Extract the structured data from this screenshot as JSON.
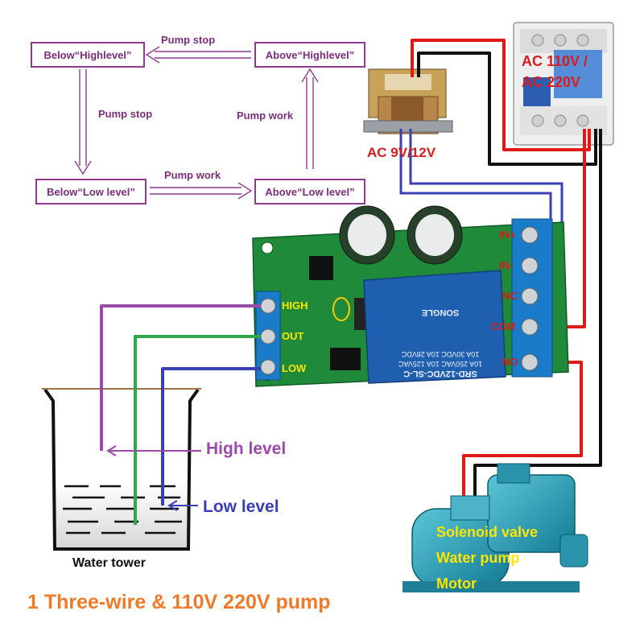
{
  "flowchart": {
    "box_below_high": "Below“Highlevel”",
    "box_above_high": "Above“Highlevel”",
    "box_below_low": "Below“Low level”",
    "box_above_low": "Above“Low level”",
    "label_top": "Pump stop",
    "label_left": "Pump stop",
    "label_right": "Pump work",
    "label_bottom": "Pump work"
  },
  "breaker": {
    "label_line1": "AC 110V /",
    "label_line2": "AC 220V"
  },
  "transformer": {
    "label": "AC 9V/12V"
  },
  "board": {
    "terminals_left": [
      "HIGH",
      "OUT",
      "LOW"
    ],
    "terminals_right": [
      "IN+",
      "IN-",
      "NC",
      "COM",
      "NO"
    ],
    "relay_text": [
      "SRD-12VDC-SL-C",
      "10A 250VAC  10A 125VAC",
      "10A 30VDC  10A 28VDC",
      "SONGLE"
    ]
  },
  "tank": {
    "label": "Water tower",
    "high_level": "High level",
    "low_level": "Low level"
  },
  "pump": {
    "labels": [
      "Solenoid valve",
      "Water pump",
      "Motor"
    ]
  },
  "caption": "1 Three-wire & 110V 220V pump",
  "colors": {
    "purple": "#8e3a8e",
    "wire_red": "#e01818",
    "wire_black": "#111111",
    "wire_blue": "#3b3fb5",
    "wire_green": "#2fa84a",
    "wire_purple": "#9a4aa8",
    "label_red": "#d81b1b",
    "caption_orange": "#ee7a2a",
    "pump_label_yellow": "#ffe600",
    "pcb_green": "#1f8a3a",
    "relay_blue": "#1f5fb0"
  }
}
